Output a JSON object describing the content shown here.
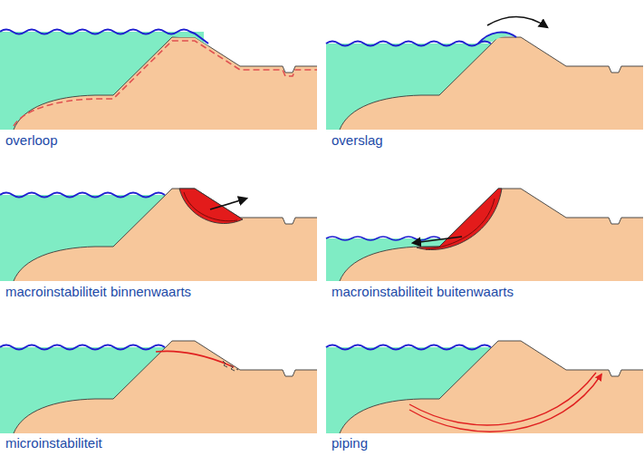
{
  "diagram": {
    "labels": [
      "overloop",
      "overslag",
      "macroinstabiliteit binnenwaarts",
      "macroinstabiliteit buitenwaarts",
      "microinstabiliteit",
      "piping"
    ]
  }
}
